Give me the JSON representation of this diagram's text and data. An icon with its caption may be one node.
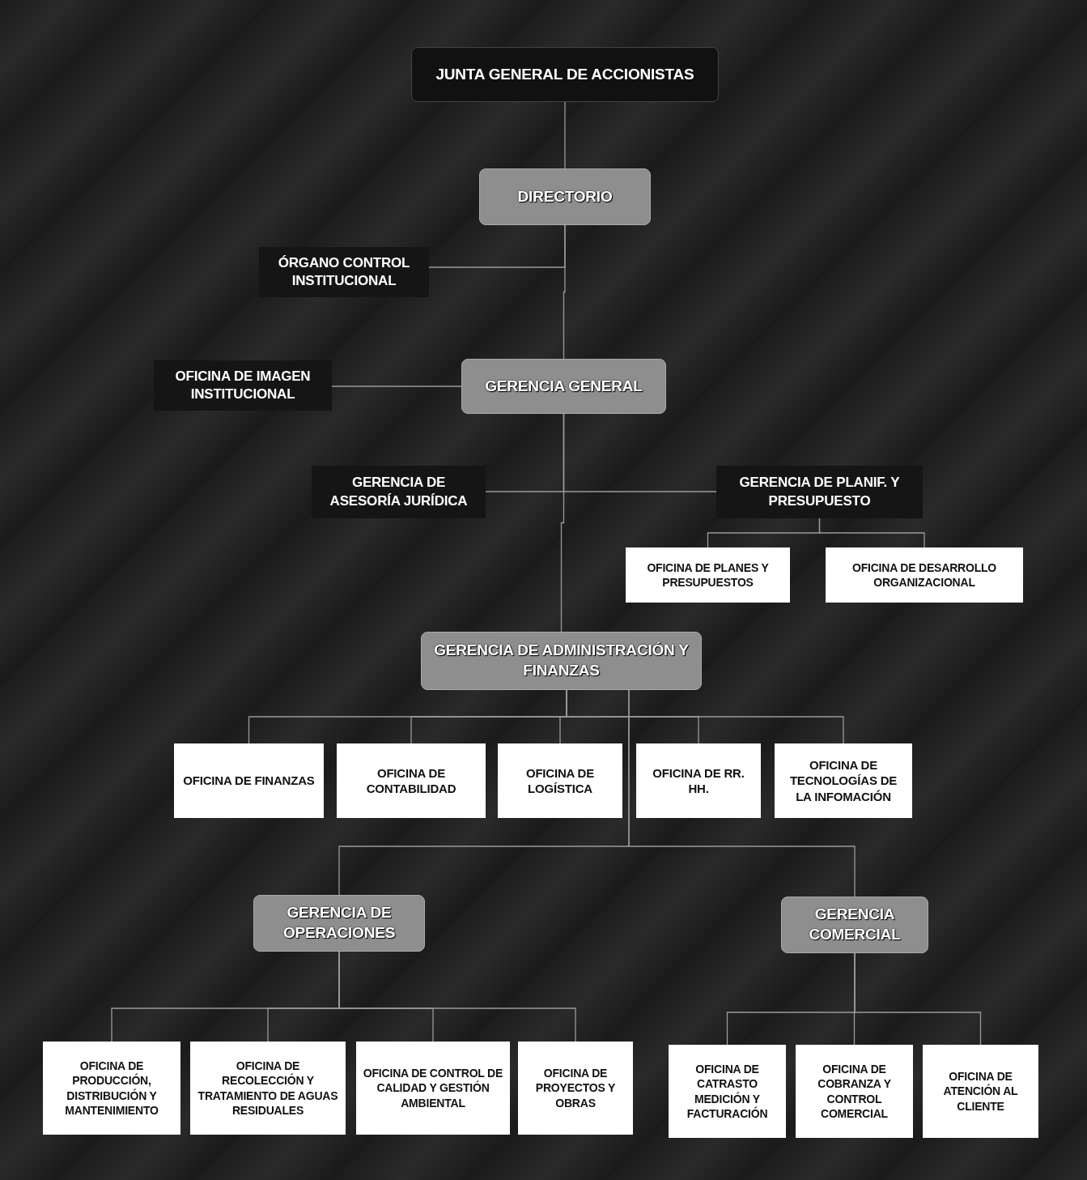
{
  "diagram": {
    "nodes": [
      {
        "text": [
          "JUNTA GENERAL DE ACCIONISTAS"
        ]
      },
      {
        "text": [
          "DIRECTORIO"
        ]
      },
      {
        "text": [
          "ÓRGANO CONTROL INSTITUCIONAL"
        ]
      },
      {
        "text": [
          "OFICINA DE IMAGEN INSTITUCIONAL"
        ]
      },
      {
        "text": [
          "GERENCIA GENERAL"
        ]
      },
      {
        "text": [
          "GERENCIA DE ASESORÍA JURÍDICA"
        ]
      },
      {
        "text": [
          "GERENCIA DE PLANIF. Y PRESUPUESTO"
        ]
      },
      {
        "text": [
          "OFICINA DE PLANES Y PRESUPUESTOS"
        ]
      },
      {
        "text": [
          "OFICINA DE DESARROLLO ORGANIZACIONAL"
        ]
      },
      {
        "text": [
          "GERENCIA DE ADMINISTRACIÓN Y FINANZAS"
        ]
      },
      {
        "text": [
          "OFICINA DE FINANZAS"
        ]
      },
      {
        "text": [
          "OFICINA DE CONTABILIDAD"
        ]
      },
      {
        "text": [
          "OFICINA DE LOGÍSTICA"
        ]
      },
      {
        "text": [
          "OFICINA DE RR. HH."
        ]
      },
      {
        "text": [
          "OFICINA DE TECNOLOGÍAS DE LA INFOMACIÓN"
        ]
      },
      {
        "text": [
          "GERENCIA DE OPERACIONES"
        ]
      },
      {
        "text": [
          "GERENCIA COMERCIAL"
        ]
      },
      {
        "text": [
          "OFICINA DE PRODUCCIÓN, DISTRIBUCIÓN Y MANTENIMIENTO"
        ]
      },
      {
        "text": [
          "OFICINA DE RECOLECCIÓN Y TRATAMIENTO DE AGUAS RESIDUALES"
        ]
      },
      {
        "text": [
          "OFICINA DE CONTROL DE CALIDAD Y GESTIÓN AMBIENTAL"
        ]
      },
      {
        "text": [
          "OFICINA DE PROYECTOS Y OBRAS"
        ]
      },
      {
        "text": [
          "OFICINA DE CATRASTO MEDICIÓN Y FACTURACIÓN"
        ]
      },
      {
        "text": [
          "OFICINA DE COBRANZA Y CONTROL COMERCIAL"
        ]
      },
      {
        "text": [
          "OFICINA DE ATENCIÓN AL CLIENTE"
        ]
      }
    ],
    "edges": [
      {
        "from": 0,
        "to": 1,
        "arrow": "none"
      },
      {
        "from": 1,
        "to": 2,
        "arrow": "none"
      },
      {
        "from": 1,
        "to": 4,
        "arrow": "none"
      },
      {
        "from": 4,
        "to": 3,
        "arrow": "none"
      },
      {
        "from": 4,
        "to": 5,
        "arrow": "none"
      },
      {
        "from": 4,
        "to": 6,
        "arrow": "none"
      },
      {
        "from": 6,
        "to": 7,
        "arrow": "none"
      },
      {
        "from": 6,
        "to": 8,
        "arrow": "none"
      },
      {
        "from": 4,
        "to": 9,
        "arrow": "none"
      },
      {
        "from": 9,
        "to": 10,
        "arrow": "none"
      },
      {
        "from": 9,
        "to": 11,
        "arrow": "none"
      },
      {
        "from": 9,
        "to": 12,
        "arrow": "none"
      },
      {
        "from": 9,
        "to": 13,
        "arrow": "none"
      },
      {
        "from": 9,
        "to": 14,
        "arrow": "none"
      },
      {
        "from": 9,
        "to": 15,
        "arrow": "none"
      },
      {
        "from": 9,
        "to": 16,
        "arrow": "none"
      },
      {
        "from": 15,
        "to": 17,
        "arrow": "none"
      },
      {
        "from": 15,
        "to": 18,
        "arrow": "none"
      },
      {
        "from": 15,
        "to": 19,
        "arrow": "none"
      },
      {
        "from": 15,
        "to": 20,
        "arrow": "none"
      },
      {
        "from": 16,
        "to": 21,
        "arrow": "none"
      },
      {
        "from": 16,
        "to": 22,
        "arrow": "none"
      },
      {
        "from": 16,
        "to": 23,
        "arrow": "none"
      }
    ]
  }
}
